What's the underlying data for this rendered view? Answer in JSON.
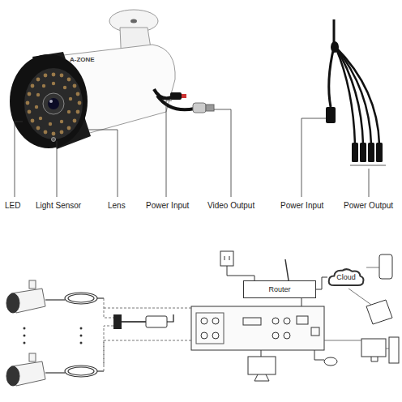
{
  "diagram": {
    "nodes": [
      {
        "text": [
          "Router"
        ]
      },
      {
        "text": [
          "Cloud"
        ]
      }
    ],
    "edges": [
      {
        "from": 0,
        "to": 1,
        "arrow": "none"
      }
    ],
    "labels": [
      "A-ZONE",
      "LED",
      "Light Sensor",
      "Lens",
      "Power Input",
      "Video Output",
      "Power Input",
      "Power Output"
    ]
  }
}
